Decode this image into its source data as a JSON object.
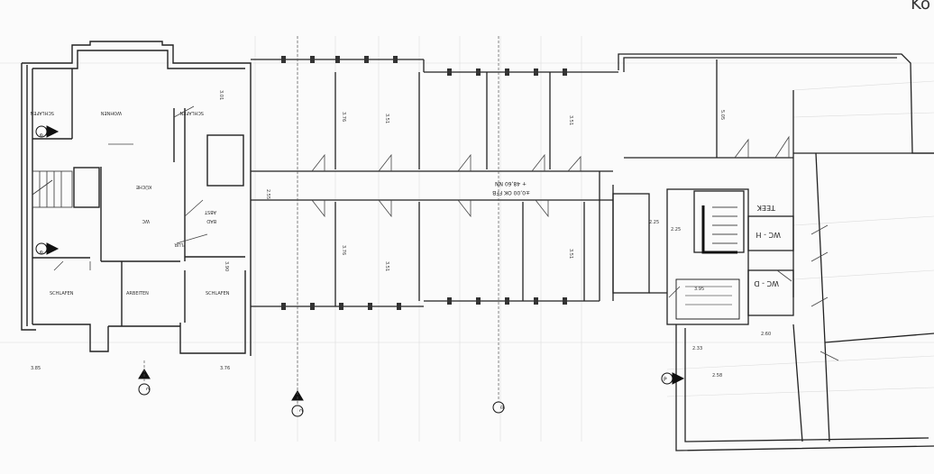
{
  "corner_text": "Kö",
  "labels": {
    "schlafen_tl": "SCHLAFEN",
    "wohnen": "WOHNEN",
    "schlafen_tr": "SCHLAFEN",
    "kuche": "KÜCHE",
    "abst": "ABST",
    "bad": "BAD",
    "wc": "WC",
    "flur": "FLUR",
    "schlafen_bl": "SCHLAFEN",
    "arbeiten": "ARBEITEN",
    "schlafen_br": "SCHLAFEN",
    "wc_h": "WC - H",
    "wc_d": "WC - D",
    "teek": "TEEK",
    "level_line1": "+ 48,60 NN",
    "level_line2": "±0,00 OK FFB"
  },
  "markers": {
    "m1": "e",
    "m2": "e",
    "m3": "c",
    "m4": "c",
    "m5": "d",
    "m6": "P"
  },
  "dims": {
    "d1": "3.01",
    "d2": "3.76",
    "d3": "3.76",
    "d4": "3.90",
    "d5": "2.25",
    "d6": "2.25",
    "d7": "3.85",
    "d8": "3.76",
    "d9": "2.55",
    "d10": "3.51",
    "d11": "3.51",
    "d12": "3.51",
    "d13": "3.51",
    "d14": "5.05",
    "d15": "2.33",
    "d16": "3.95",
    "d17": "2.58",
    "d18": "2.60"
  }
}
